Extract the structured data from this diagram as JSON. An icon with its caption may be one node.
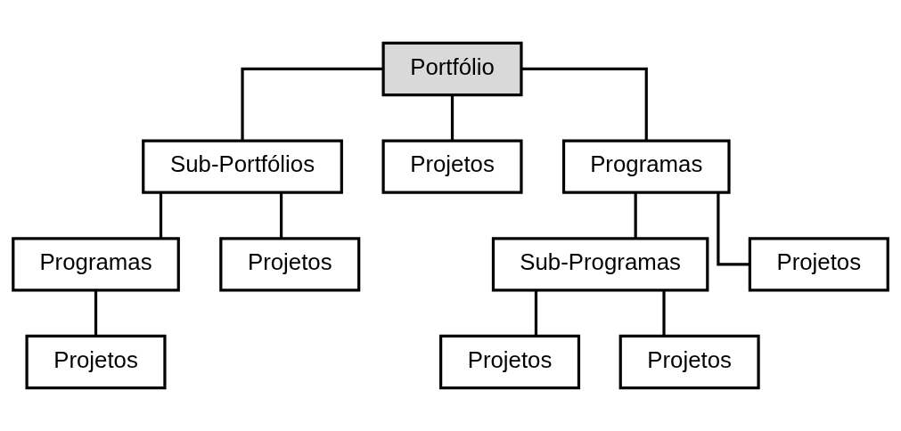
{
  "diagram": {
    "nodes": [
      {
        "text": [
          "Portfólio"
        ]
      },
      {
        "text": [
          "Sub-Portfólios"
        ]
      },
      {
        "text": [
          "Projetos"
        ]
      },
      {
        "text": [
          "Programas"
        ]
      },
      {
        "text": [
          "Programas"
        ]
      },
      {
        "text": [
          "Projetos"
        ]
      },
      {
        "text": [
          "Projetos"
        ]
      },
      {
        "text": [
          "Sub-Programas"
        ]
      },
      {
        "text": [
          "Projetos"
        ]
      },
      {
        "text": [
          "Projetos"
        ]
      },
      {
        "text": [
          "Projetos"
        ]
      }
    ],
    "edges": [
      {
        "from": 0,
        "to": 1,
        "arrow": "none"
      },
      {
        "from": 0,
        "to": 2,
        "arrow": "none"
      },
      {
        "from": 0,
        "to": 3,
        "arrow": "none"
      },
      {
        "from": 1,
        "to": 4,
        "arrow": "none"
      },
      {
        "from": 1,
        "to": 5,
        "arrow": "none"
      },
      {
        "from": 4,
        "to": 6,
        "arrow": "none"
      },
      {
        "from": 3,
        "to": 7,
        "arrow": "none"
      },
      {
        "from": 3,
        "to": 8,
        "arrow": "none"
      },
      {
        "from": 7,
        "to": 9,
        "arrow": "none"
      },
      {
        "from": 7,
        "to": 10,
        "arrow": "none"
      }
    ]
  }
}
